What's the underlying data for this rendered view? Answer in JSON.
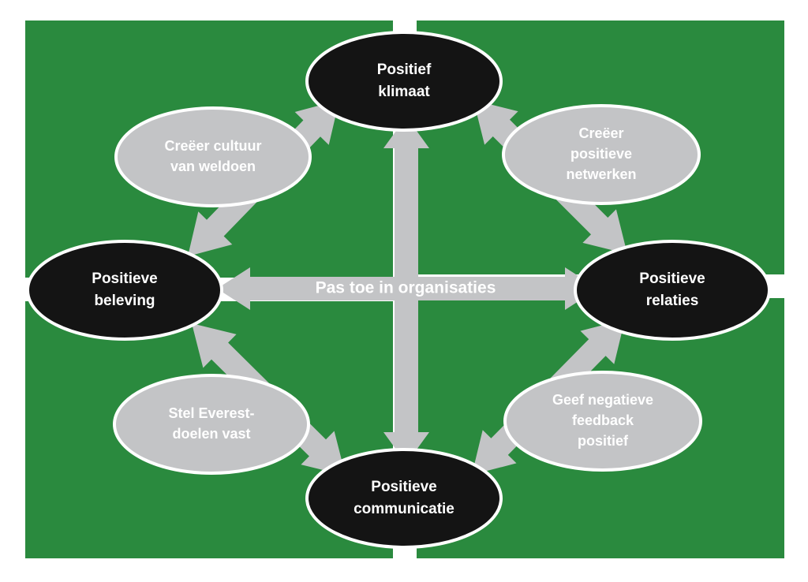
{
  "colors": {
    "background": "#ffffff",
    "quadrant": "#2a8a3e",
    "arrow": "#c3c4c6",
    "core_node_fill": "#141414",
    "core_node_text": "#ffffff",
    "strategy_fill": "#c3c4c6",
    "strategy_text": "#ffffff",
    "outline": "#ffffff"
  },
  "center_label": "Pas toe in organisaties",
  "core_nodes": {
    "top": [
      "Positief",
      "klimaat"
    ],
    "left": [
      "Positieve",
      "beleving"
    ],
    "right": [
      "Positieve",
      "relaties"
    ],
    "bottom": [
      "Positieve",
      "communicatie"
    ]
  },
  "strategies": {
    "top_left": [
      "Creëer cultuur",
      "van weldoen"
    ],
    "top_right": [
      "Creëer",
      "positieve",
      "netwerken"
    ],
    "bottom_left": [
      "Stel Everest-",
      "doelen vast"
    ],
    "bottom_right": [
      "Geef negatieve",
      "feedback",
      "positief"
    ]
  }
}
